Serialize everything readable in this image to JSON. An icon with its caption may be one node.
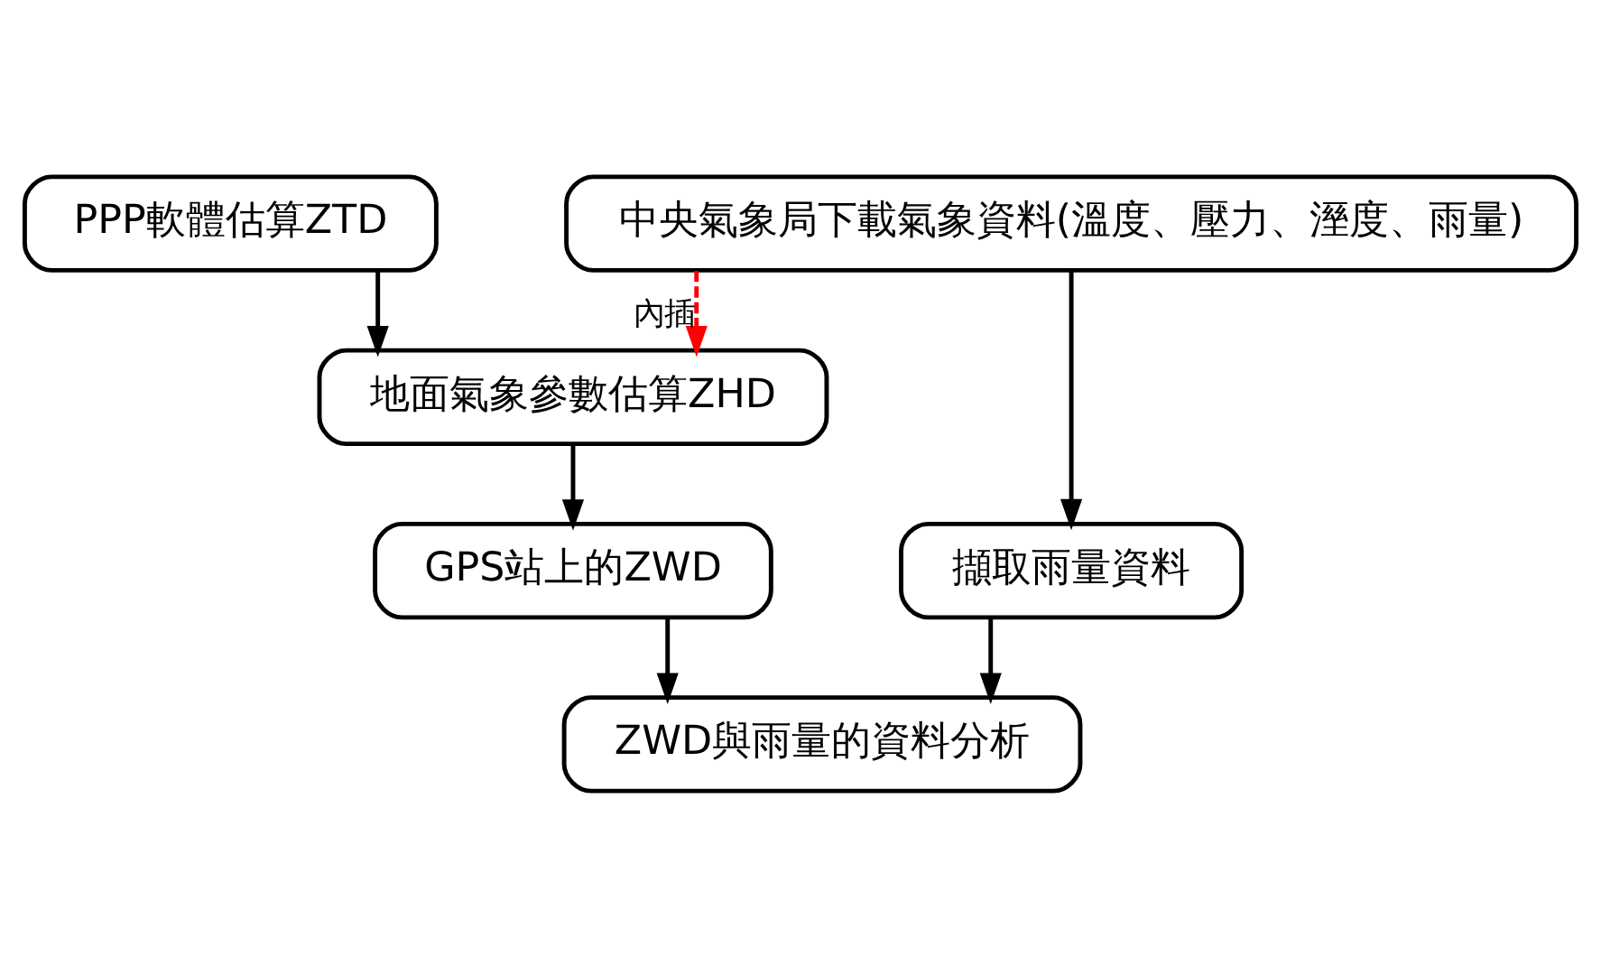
{
  "diagram": {
    "nodes": [
      {
        "text": [
          "PPP軟體估算ZTD"
        ]
      },
      {
        "text": [
          "中央氣象局下載氣象資料(溫度、壓力、溼度、雨量)"
        ]
      },
      {
        "text": [
          "地面氣象參數估算ZHD"
        ]
      },
      {
        "text": [
          "GPS站上的ZWD"
        ]
      },
      {
        "text": [
          "擷取雨量資料"
        ]
      },
      {
        "text": [
          "ZWD與雨量的資料分析"
        ]
      }
    ],
    "edges": [
      {
        "from": 0,
        "to": 2,
        "arrow": "to"
      },
      {
        "from": 1,
        "to": 2,
        "arrow": "to",
        "label": "內插",
        "style": "dashed",
        "color": "#ff0000"
      },
      {
        "from": 2,
        "to": 3,
        "arrow": "to"
      },
      {
        "from": 1,
        "to": 4,
        "arrow": "to"
      },
      {
        "from": 3,
        "to": 5,
        "arrow": "to"
      },
      {
        "from": 4,
        "to": 5,
        "arrow": "to"
      }
    ]
  }
}
